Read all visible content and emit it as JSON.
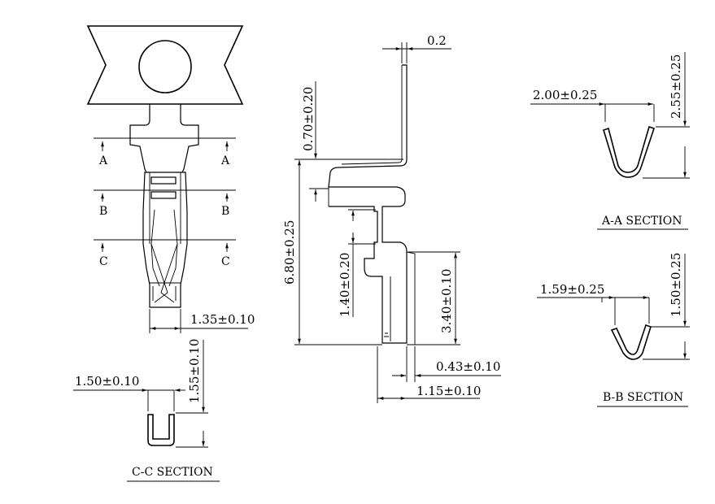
{
  "colors": {
    "line": "#000000",
    "background": "#ffffff"
  },
  "top_view": {
    "section_letters": {
      "a_left": "A",
      "a_right": "A",
      "b_left": "B",
      "b_right": "B",
      "c_left": "C",
      "c_right": "C"
    },
    "width_dim": "1.35±0.10"
  },
  "side_view": {
    "thickness_dim": "0.2",
    "tab_offset_dim": "0.70±0.20",
    "overall_length_dim": "6.80±0.25",
    "slot_dim": "1.40±0.20",
    "lower_length_dim": "3.40±0.10",
    "tip_offset_dim": "0.43±0.10",
    "bottom_width_dim": "1.15±0.10"
  },
  "section_aa": {
    "width_dim": "2.00±0.25",
    "height_dim": "2.55±0.25",
    "title": "A-A SECTION"
  },
  "section_bb": {
    "width_dim": "1.59±0.25",
    "height_dim": "1.50±0.25",
    "title": "B-B SECTION"
  },
  "section_cc": {
    "width_dim": "1.50±0.10",
    "height_dim": "1.55±0.10",
    "title": "C-C SECTION"
  }
}
